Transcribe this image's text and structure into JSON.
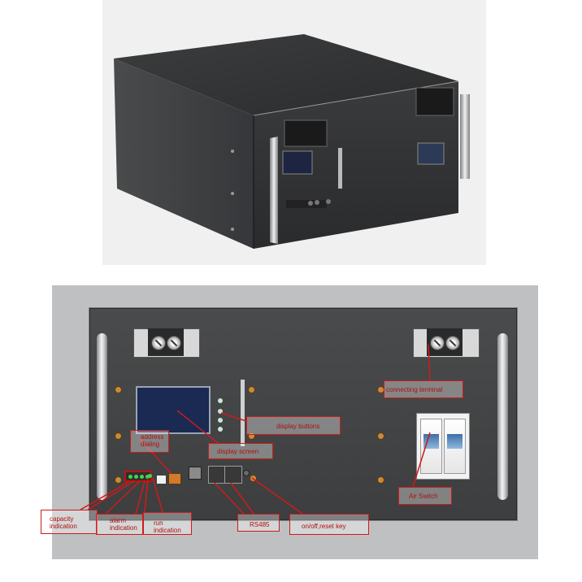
{
  "callouts": {
    "connecting_terminal": "connecting terminal",
    "display_buttons": "display buttons",
    "address_dialing": "address dialing",
    "display_screen": "display screen",
    "air_switch": "Air Switch",
    "capacity_indication": "capacity indication",
    "alarm_indication": "alarm indication",
    "run_indication": "run indication",
    "rs485": "RS485",
    "on_off_reset_key": "on/off,reset key"
  },
  "colors": {
    "callout_red": "#d01a1a",
    "panel_face": "#454647",
    "led_green": "#46d34a",
    "screen_blue": "#1a2a52"
  }
}
